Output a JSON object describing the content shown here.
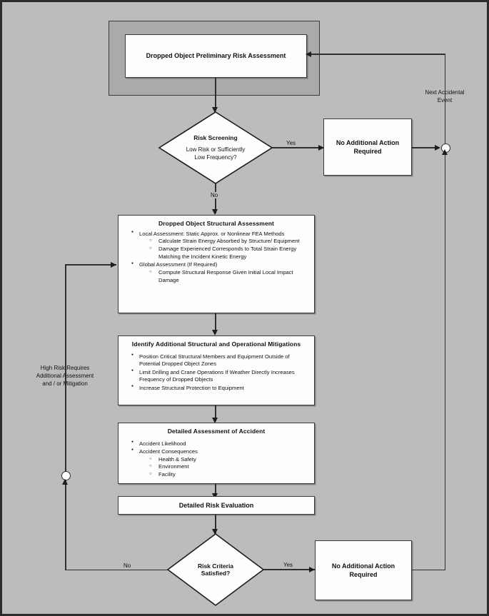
{
  "diagram": {
    "title": "Dropped Object Risk Assessment Flowchart",
    "type": "flowchart",
    "background_color": "#bcbcbc",
    "node_fill": "#fdfdfd",
    "border_color": "#3a3a3a",
    "group_fill": "#aaaaaa"
  },
  "nodes": {
    "preliminary": {
      "label": "Dropped Object Preliminary Risk Assessment",
      "shape": "process"
    },
    "risk_screening": {
      "head": "Risk Screening",
      "line1": "Low Risk or Sufficiently",
      "line2": "Low Frequency?",
      "shape": "decision"
    },
    "no_action_top": {
      "line1": "No Additional Action",
      "line2": "Required",
      "shape": "process"
    },
    "structural": {
      "title": "Dropped Object Structural Assessment",
      "bullets": [
        {
          "text": "Local Assessment: Static Approx. or Nonlinear FEA Methods",
          "sub": [
            "Calculate Strain Energy Absorbed by Structure/ Equipment",
            "Damage Experienced Corresponds to Total Strain Energy Matching the Incident Kinetic Energy"
          ]
        },
        {
          "text": "Global Assessment (If Required)",
          "sub": [
            "Compute Structural Response Given Initial Local Impact Damage"
          ]
        }
      ]
    },
    "mitigations": {
      "title": "Identify Additional Structural and Operational Mitigations",
      "bullets": [
        {
          "text": "Position Critical Structural Members and Equipment Outside of Potential Dropped Object Zones",
          "sub": []
        },
        {
          "text": "Limit Drilling and Crane Operations If Weather Directly Increases Frequency of Dropped Objects",
          "sub": []
        },
        {
          "text": "Increase Structural Protection to Equipment",
          "sub": []
        }
      ]
    },
    "detailed_assessment": {
      "title": "Detailed Assessment of Accident",
      "bullets": [
        {
          "text": "Accident Likelihood",
          "sub": []
        },
        {
          "text": "Accident Consequences",
          "sub": [
            "Health & Safety",
            "Environment",
            "Facility"
          ]
        }
      ]
    },
    "detailed_risk_evaluation": {
      "label": "Detailed Risk Evaluation",
      "shape": "process"
    },
    "risk_criteria": {
      "head": "Risk Criteria",
      "line2": "Satisfied?",
      "shape": "decision"
    },
    "no_action_bottom": {
      "line1": "No Additional Action",
      "line2": "Required",
      "shape": "process"
    }
  },
  "edge_labels": {
    "screening_yes": "Yes",
    "screening_no": "No",
    "criteria_yes": "Yes",
    "criteria_no": "No",
    "next_event_line1": "Next Accidental",
    "next_event_line2": "Event",
    "high_risk_line1": "High Risk Requires",
    "high_risk_line2": "Additional Assessment",
    "high_risk_line3": "and / or Mitigation"
  }
}
